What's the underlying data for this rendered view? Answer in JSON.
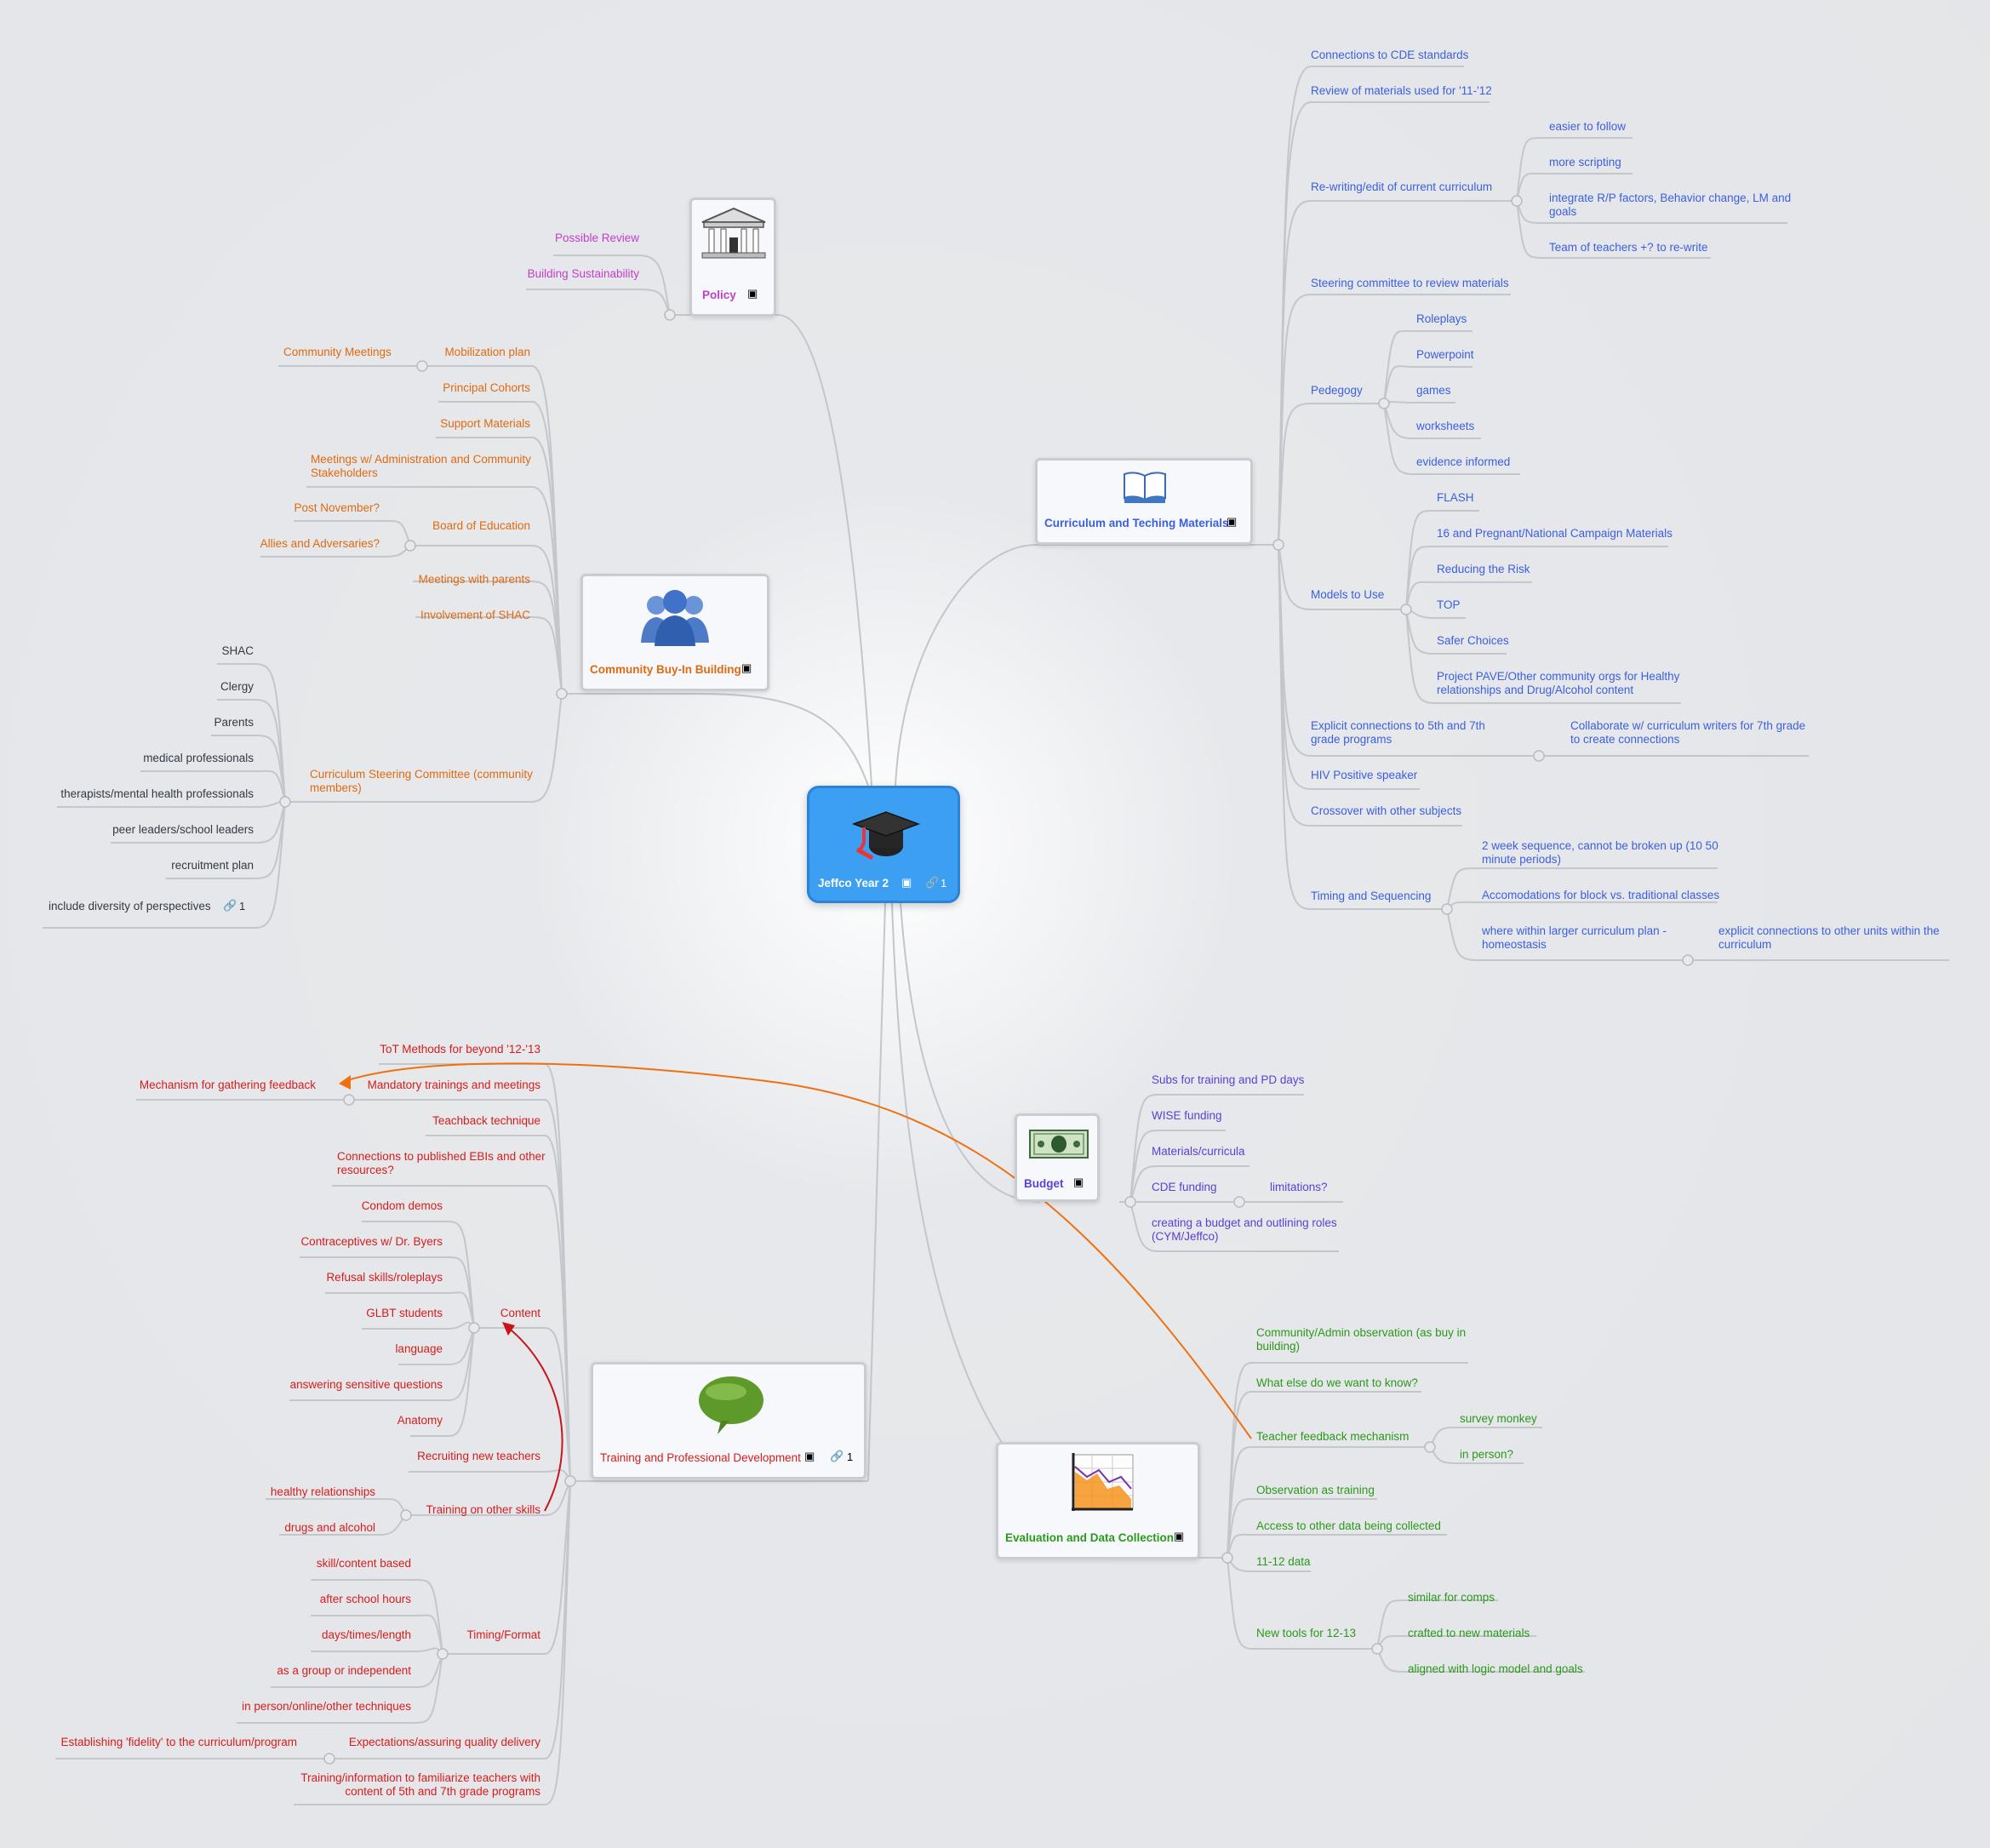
{
  "root": {
    "title": "Jeffco Year 2",
    "link_count": "1"
  },
  "curriculum": {
    "title": "Curriculum and Teching Materials",
    "items": {
      "cde": "Connections to CDE standards",
      "review": "Review of materials used for '11-'12",
      "rewrite": "Re-writing/edit of current curriculum",
      "rewrite_children": [
        "easier to follow",
        "more scripting",
        "integrate R/P factors, Behavior change, LM and goals",
        "Team of teachers +? to re-write"
      ],
      "steering": "Steering committee to review materials",
      "pedagogy": "Pedegogy",
      "pedagogy_children": [
        "Roleplays",
        "Powerpoint",
        "games",
        "worksheets",
        "evidence informed"
      ],
      "models": "Models to Use",
      "models_children": [
        "FLASH",
        "16 and Pregnant/National Campaign Materials",
        "Reducing the Risk",
        "TOP",
        "Safer Choices",
        "Project PAVE/Other community orgs for Healthy relationships and Drug/Alcohol content"
      ],
      "explicit": "Explicit connections to 5th and 7th grade programs",
      "explicit_child": "Collaborate w/ curriculum writers for 7th grade to create connections",
      "hiv": "HIV Positive speaker",
      "crossover": "Crossover with other subjects",
      "timing": "Timing and Sequencing",
      "timing_children": [
        "2 week sequence, cannot be broken up (10 50 minute periods)",
        "Accomodations for block vs. traditional classes",
        "where within larger curriculum plan - homeostasis"
      ],
      "timing_grandchild": "explicit connections to other units within the curriculum"
    }
  },
  "policy": {
    "title": "Policy",
    "items": [
      "Possible Review",
      "Building Sustainability"
    ]
  },
  "community": {
    "title": "Community Buy-In Building",
    "items": {
      "mobilization": "Mobilization plan",
      "mobilization_child": "Community Meetings",
      "principal": "Principal Cohorts",
      "support": "Support Materials",
      "meetings_admin": "Meetings w/ Administration and Community Stakeholders",
      "board": "Board of Education",
      "board_children": [
        "Post November?",
        "Allies and Adversaries?"
      ],
      "parents": "Meetings with parents",
      "shac": "Involvement of SHAC",
      "steering": "Curriculum Steering Committee (community members)",
      "steering_children": [
        "SHAC",
        "Clergy",
        "Parents",
        "medical professionals",
        "therapists/mental health professionals",
        "peer leaders/school leaders",
        "recruitment plan",
        "include diversity of perspectives"
      ],
      "diversity_link_count": "1"
    }
  },
  "budget": {
    "title": "Budget",
    "items": [
      "Subs for training and PD days",
      "WISE funding",
      "Materials/curricula",
      "CDE funding",
      "creating a budget and outlining roles (CYM/Jeffco)"
    ],
    "cde_child": "limitations?"
  },
  "evaluation": {
    "title": "Evaluation and Data Collection",
    "items": {
      "observation": "Community/Admin observation (as buy in building)",
      "what_else": "What else do we want to know?",
      "feedback": "Teacher feedback mechanism",
      "feedback_children": [
        "survey monkey",
        "in person?"
      ],
      "obs_training": "Observation as training",
      "access": "Access to other data being collected",
      "data": "11-12 data",
      "tools": "New tools for 12-13",
      "tools_children": [
        "similar for comps",
        "crafted to new materials",
        "aligned with logic model and goals"
      ]
    }
  },
  "training": {
    "title": "Training and Professional Development",
    "link_count": "1",
    "items": {
      "tot": "ToT Methods for beyond '12-'13",
      "mandatory": "Mandatory trainings and meetings",
      "mandatory_child": "Mechanism for gathering feedback",
      "teachback": "Teachback technique",
      "connections": "Connections to published EBIs and other resources?",
      "content": "Content",
      "content_children": [
        "Condom demos",
        "Contraceptives w/ Dr. Byers",
        "Refusal skills/roleplays",
        "GLBT students",
        "language",
        "answering sensitive questions",
        "Anatomy"
      ],
      "recruiting": "Recruiting new teachers",
      "other_skills": "Training on other skills",
      "other_skills_children": [
        "healthy relationships",
        "drugs and alcohol"
      ],
      "timing": "Timing/Format",
      "timing_children": [
        "skill/content based",
        "after school hours",
        "days/times/length",
        "as a group or independent",
        "in person/online/other techniques"
      ],
      "expectations": "Expectations/assuring quality delivery",
      "expectations_child": "Establishing 'fidelity' to the curriculum/program",
      "familiarize": "Training/information to familiarize teachers with content of 5th and 7th grade programs"
    }
  },
  "colors": {
    "curriculum": "#3b5fe0",
    "community": "#e06a10",
    "policy": "#c23fc8",
    "budget": "#5b3fd8",
    "evaluation": "#2a9a1a",
    "training": "#d81c1c",
    "connector": "#c3c6cb",
    "root_fill": "#3d9ff2",
    "arrow_orange": "#f07010",
    "arrow_red": "#c8141c"
  },
  "icons": {
    "root": "graduation-cap-icon",
    "policy": "building-icon",
    "community": "people-icon",
    "curriculum": "book-icon",
    "budget": "dollar-bill-icon",
    "evaluation": "chart-icon",
    "training": "speech-bubble-icon"
  }
}
